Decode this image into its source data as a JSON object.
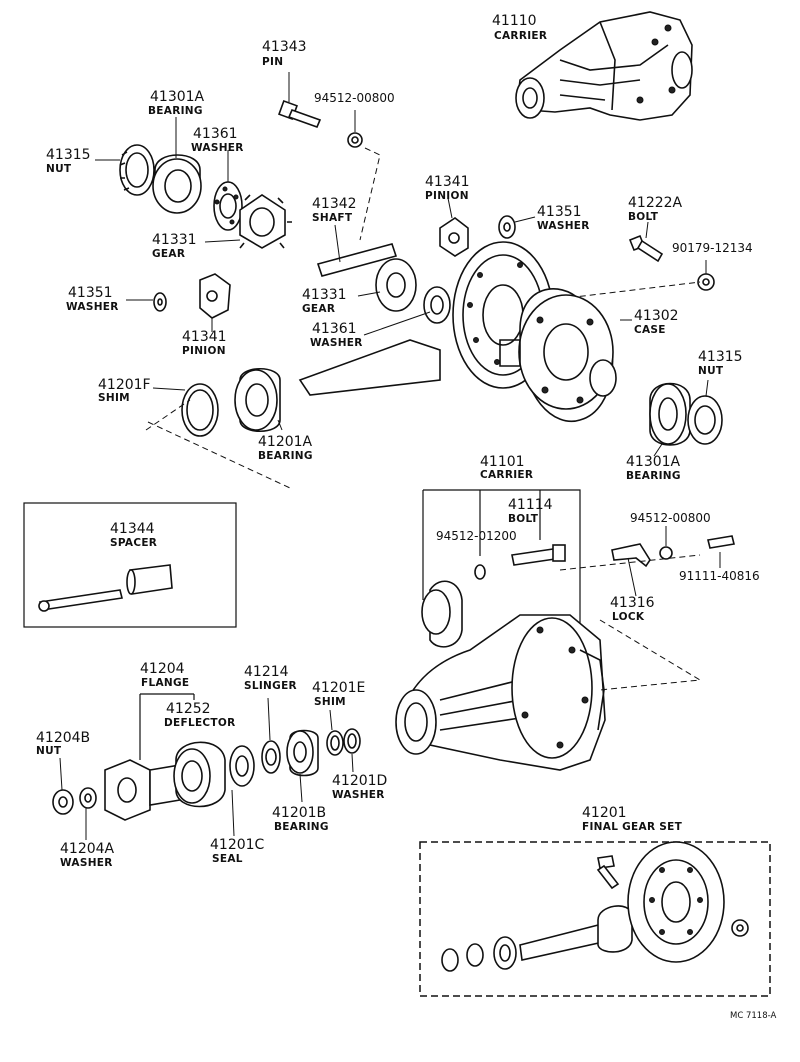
{
  "parts": [
    {
      "id": "p41110",
      "number": "41110",
      "name": "CARRIER"
    },
    {
      "id": "p41343",
      "number": "41343",
      "name": "PIN"
    },
    {
      "id": "p94512a",
      "number": "94512-00800",
      "name": ""
    },
    {
      "id": "p41301A_l",
      "number": "41301A",
      "name": "BEARING"
    },
    {
      "id": "p41361_t",
      "number": "41361",
      "name": "WASHER"
    },
    {
      "id": "p41315_l",
      "number": "41315",
      "name": "NUT"
    },
    {
      "id": "p41341_t",
      "number": "41341",
      "name": "PINION"
    },
    {
      "id": "p41342",
      "number": "41342",
      "name": "SHAFT"
    },
    {
      "id": "p41351_r",
      "number": "41351",
      "name": "WASHER"
    },
    {
      "id": "p41222A",
      "number": "41222A",
      "name": "BOLT"
    },
    {
      "id": "p41331_l",
      "number": "41331",
      "name": "GEAR"
    },
    {
      "id": "p90179",
      "number": "90179-12134",
      "name": ""
    },
    {
      "id": "p41351_l",
      "number": "41351",
      "name": "WASHER"
    },
    {
      "id": "p41331_c",
      "number": "41331",
      "name": "GEAR"
    },
    {
      "id": "p41361_c",
      "number": "41361",
      "name": "WASHER"
    },
    {
      "id": "p41302",
      "number": "41302",
      "name": "CASE"
    },
    {
      "id": "p41341_b",
      "number": "41341",
      "name": "PINION"
    },
    {
      "id": "p41315_r",
      "number": "41315",
      "name": "NUT"
    },
    {
      "id": "p41201F",
      "number": "41201F",
      "name": "SHIM"
    },
    {
      "id": "p41201A",
      "number": "41201A",
      "name": "BEARING"
    },
    {
      "id": "p41301A_r",
      "number": "41301A",
      "name": "BEARING"
    },
    {
      "id": "p41101",
      "number": "41101",
      "name": "CARRIER"
    },
    {
      "id": "p41114",
      "number": "41114",
      "name": "BOLT"
    },
    {
      "id": "p41344",
      "number": "41344",
      "name": "SPACER"
    },
    {
      "id": "p94512b",
      "number": "94512-01200",
      "name": ""
    },
    {
      "id": "p94512c",
      "number": "94512-00800",
      "name": ""
    },
    {
      "id": "p91111",
      "number": "91111-40816",
      "name": ""
    },
    {
      "id": "p41316",
      "number": "41316",
      "name": "LOCK"
    },
    {
      "id": "p41204",
      "number": "41204",
      "name": "FLANGE"
    },
    {
      "id": "p41214",
      "number": "41214",
      "name": "SLINGER"
    },
    {
      "id": "p41201E",
      "number": "41201E",
      "name": "SHIM"
    },
    {
      "id": "p41252",
      "number": "41252",
      "name": "DEFLECTOR"
    },
    {
      "id": "p41204B",
      "number": "41204B",
      "name": "NUT"
    },
    {
      "id": "p41201D",
      "number": "41201D",
      "name": "WASHER"
    },
    {
      "id": "p41201B",
      "number": "41201B",
      "name": "BEARING"
    },
    {
      "id": "p41201C",
      "number": "41201C",
      "name": "SEAL"
    },
    {
      "id": "p41204A",
      "number": "41204A",
      "name": "WASHER"
    },
    {
      "id": "p41201",
      "number": "41201",
      "name": "FINAL GEAR SET"
    }
  ],
  "reference_code": "MC 7118-A"
}
